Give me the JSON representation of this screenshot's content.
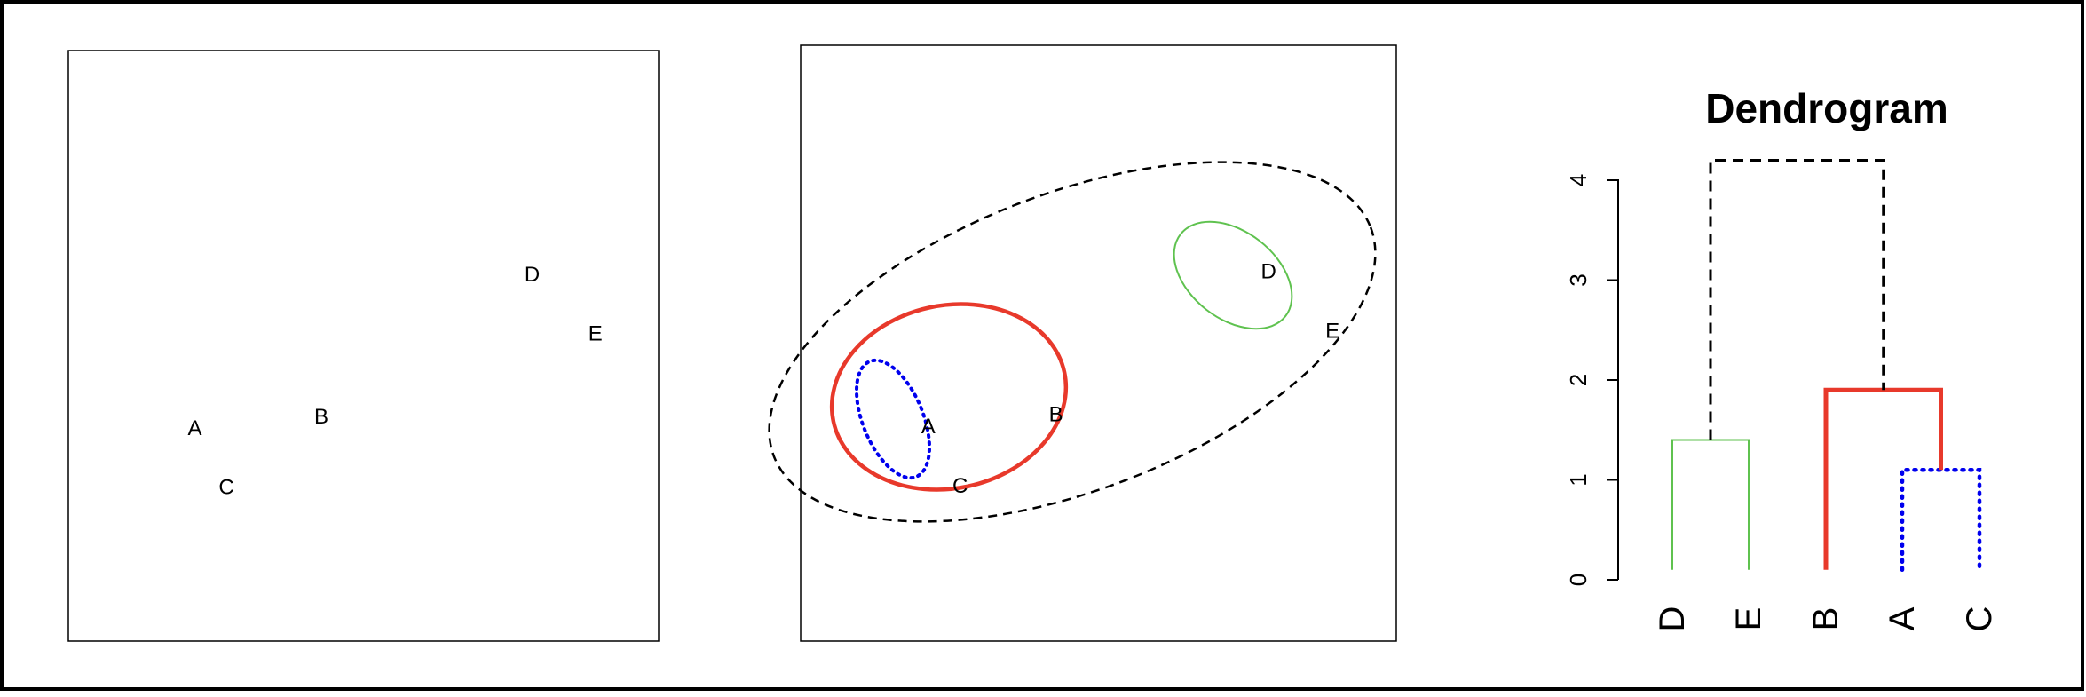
{
  "figure": {
    "dendrogram_title": "Dendrogram"
  },
  "chart_data": [
    {
      "type": "scatter",
      "panel": "points",
      "points": [
        {
          "label": "A",
          "x": 1.2,
          "y": 1.8
        },
        {
          "label": "B",
          "x": 2.4,
          "y": 1.9
        },
        {
          "label": "C",
          "x": 1.5,
          "y": 1.3
        },
        {
          "label": "D",
          "x": 4.4,
          "y": 3.1
        },
        {
          "label": "E",
          "x": 5.0,
          "y": 2.6
        }
      ],
      "xlim": [
        0,
        5.6
      ],
      "ylim": [
        0,
        5
      ],
      "axes": false,
      "grid": false
    },
    {
      "type": "scatter",
      "panel": "nested-clusters",
      "points": [
        {
          "label": "A",
          "x": 1.2,
          "y": 1.8
        },
        {
          "label": "B",
          "x": 2.4,
          "y": 1.9
        },
        {
          "label": "C",
          "x": 1.5,
          "y": 1.3
        },
        {
          "label": "D",
          "x": 4.4,
          "y": 3.1
        },
        {
          "label": "E",
          "x": 5.0,
          "y": 2.6
        }
      ],
      "clusters": [
        {
          "members": [
            "A",
            "C"
          ],
          "color": "#0000ee",
          "style": "dotted"
        },
        {
          "members": [
            "A",
            "B",
            "C"
          ],
          "color": "#e8392b",
          "style": "solid-thick"
        },
        {
          "members": [
            "D",
            "E"
          ],
          "color": "#5fc24f",
          "style": "solid"
        },
        {
          "members": [
            "A",
            "B",
            "C",
            "D",
            "E"
          ],
          "color": "#000000",
          "style": "dashed"
        }
      ],
      "xlim": [
        0,
        5.6
      ],
      "ylim": [
        0,
        5
      ],
      "axes": false,
      "grid": false
    },
    {
      "type": "dendrogram",
      "title": "Dendrogram",
      "leaves": [
        "D",
        "E",
        "B",
        "A",
        "C"
      ],
      "yticks": [
        "0",
        "1",
        "2",
        "3",
        "4"
      ],
      "ylim": [
        0,
        4
      ],
      "merges": [
        {
          "left": "A",
          "right": "C",
          "height": 1.1,
          "color": "#0000ee",
          "style": "dotted"
        },
        {
          "left": "D",
          "right": "E",
          "height": 1.4,
          "color": "#5fc24f",
          "style": "solid"
        },
        {
          "left": "B",
          "right": "AC",
          "height": 1.9,
          "color": "#e8392b",
          "style": "solid-thick"
        },
        {
          "left": "DE",
          "right": "BAC",
          "height": 4.2,
          "color": "#000000",
          "style": "dashed"
        }
      ]
    }
  ]
}
